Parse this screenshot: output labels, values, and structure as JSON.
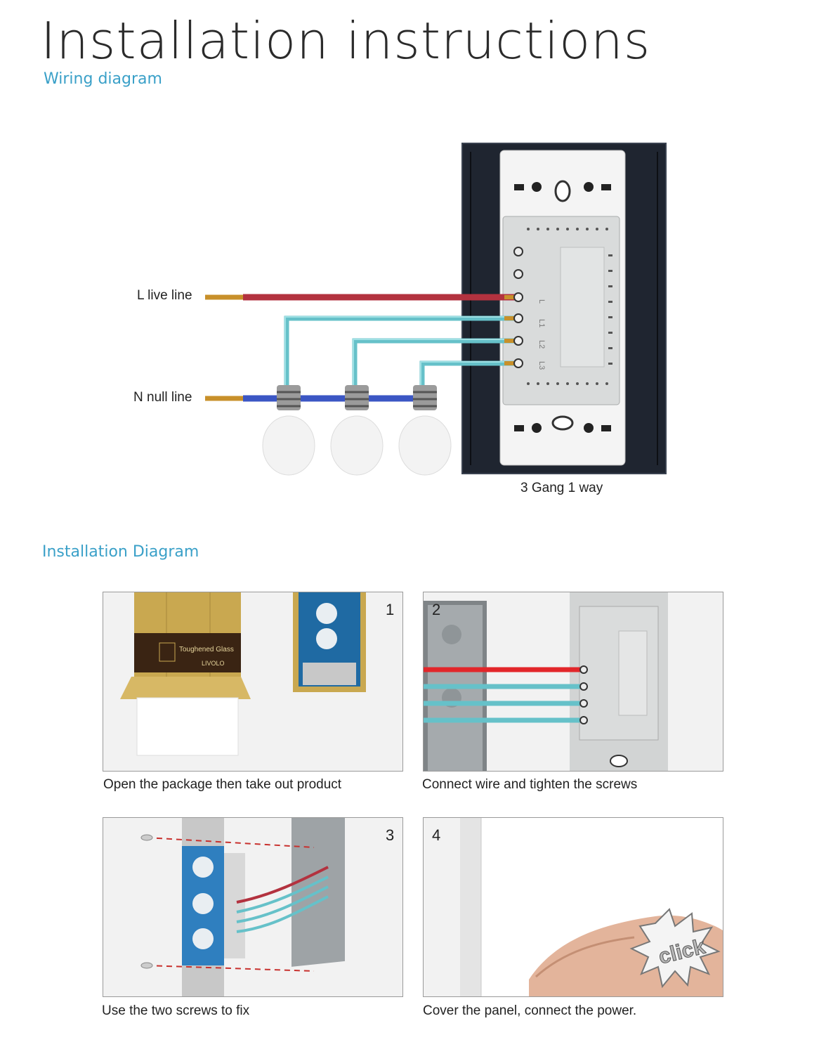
{
  "header": {
    "title": "Installation instructions",
    "subtitle": "Wiring diagram"
  },
  "wiring": {
    "live_label": "L live line",
    "null_label": "N null line",
    "switch_label": "3 Gang 1 way",
    "terminal_labels": [
      "L",
      "L1",
      "L2",
      "L3"
    ],
    "colors": {
      "live": "#b3323f",
      "neutral": "#3b56c4",
      "switched": "#66c1c9",
      "copper": "#c8902a",
      "frame": "#1f2530",
      "module": "#d9dbdb"
    }
  },
  "install": {
    "section_title": "Installation Diagram",
    "steps": [
      {
        "number": "1",
        "caption": "Open the package then take out product",
        "brand": "LIVOLO",
        "package_text": "Toughened Glass"
      },
      {
        "number": "2",
        "caption": "Connect wire and tighten the screws"
      },
      {
        "number": "3",
        "caption": "Use the two screws to fix"
      },
      {
        "number": "4",
        "caption": "Cover the panel, connect the power.",
        "burst_text": "click"
      }
    ]
  }
}
